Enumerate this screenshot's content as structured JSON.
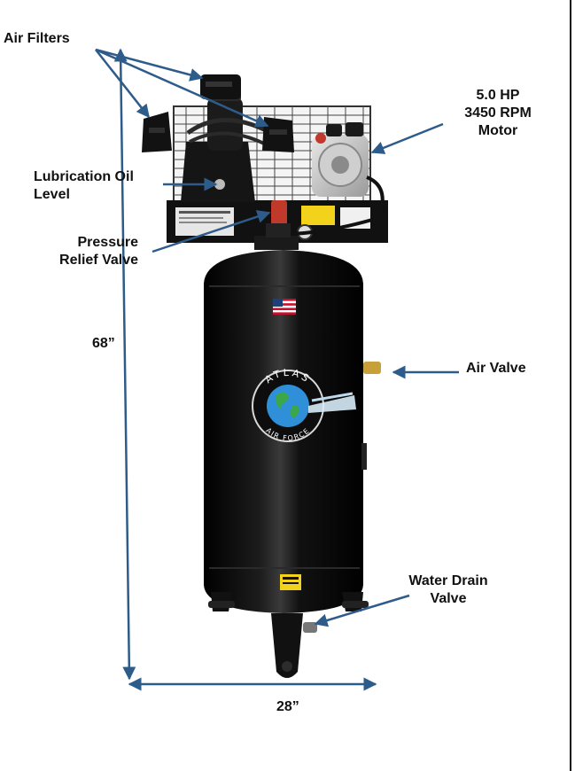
{
  "labels": {
    "air_filters": "Air Filters",
    "motor": "5.0 HP\n3450 RPM\nMotor",
    "lubrication": "Lubrication Oil\nLevel",
    "pressure_relief": "Pressure\nRelief Valve",
    "height": "68”",
    "air_valve": "Air Valve",
    "water_drain": "Water Drain\nValve",
    "width": "28”"
  },
  "brand": {
    "top_arc": "ATLAS",
    "bottom_arc": "AIR FORCE"
  },
  "colors": {
    "arrow": "#2e5c8a",
    "tank": "#0b0b0b",
    "globe": "#2f8fd8",
    "warning": "#f2d21b"
  },
  "icons": [
    "us-flag-icon",
    "atlas-globe-logo-icon",
    "warning-label-icon"
  ]
}
